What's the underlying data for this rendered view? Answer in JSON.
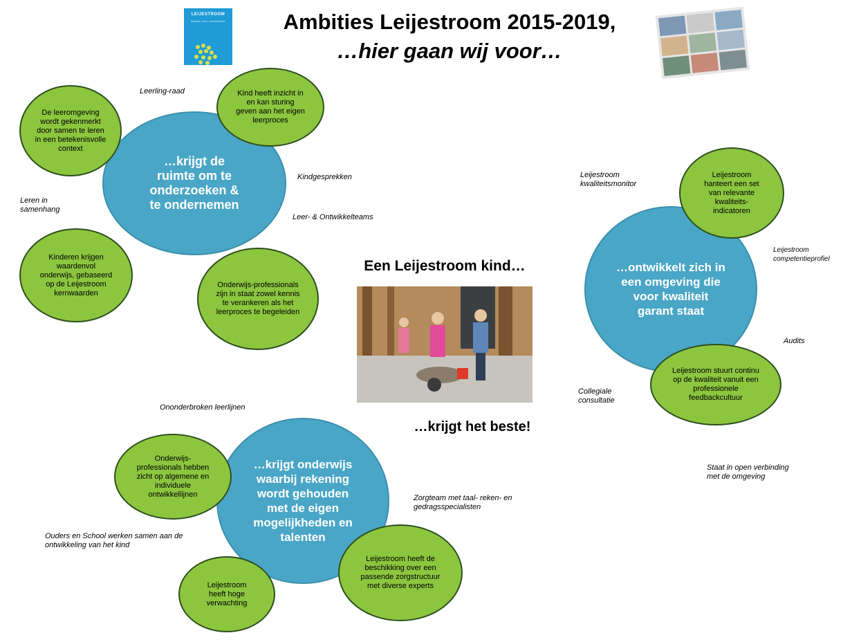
{
  "title": {
    "line1": "Ambities Leijestroom 2015-2019,",
    "line2": "…hier gaan wij voor…"
  },
  "logo": {
    "text": "LEIJESTROOM",
    "subtext": "samen een schoolweb"
  },
  "center": {
    "heading": "Een Leijestroom kind…",
    "footer": "…krijgt het beste!"
  },
  "clusters": {
    "ruimte": {
      "main": "…krijgt de ruimte om te onderzoeken & te ondernemen",
      "green1": "De leeromgeving wordt gekenmerkt door samen te leren in een betekenisvolle context",
      "green2": "Kind heeft inzicht in en kan sturing geven aan het eigen leerproces",
      "green3": "Kinderen krijgen waardenvol onderwijs, gebaseerd op de Leijestroom kernwaarden",
      "green4": "Onderwijs-professionals zijn in staat zowel kennis te verankeren als het leerproces te begeleiden",
      "label_leerlingraad": "Leerling-raad",
      "label_kindgesprekken": "Kindgesprekken",
      "label_leren": "Leren in samenhang",
      "label_teams": "Leer- & Ontwikkelteams"
    },
    "kwaliteit": {
      "main": "…ontwikkelt zich in een omgeving die voor kwaliteit garant staat",
      "green1": "Leijestroom hanteert een set van relevante kwaliteits-indicatoren",
      "green2": "Leijestroom stuurt continu op de kwaliteit vanuit een professionele feedbackcultuur",
      "label_monitor": "Leijestroom kwaliteitsmonitor",
      "label_competentie": "Leijestroom competentieprofiel",
      "label_audits": "Audits",
      "label_consultatie": "Collegiale consultatie",
      "label_open": "Staat in open verbinding met de omgeving"
    },
    "onderwijs": {
      "main": "…krijgt onderwijs waarbij rekening wordt gehouden met de eigen mogelijkheden en talenten",
      "green1": "Onderwijs-professionals hebben zicht op algemene en individuele ontwikkellijnen",
      "green2": "Leijestroom heeft de beschikking over een passende zorgstructuur met diverse experts",
      "green3": "Leijestroom heeft hoge verwachting",
      "label_leerlijnen": "Ononderbroken leerlijnen",
      "label_zorgteam": "Zorgteam met taal- reken- en gedragsspecialisten",
      "label_ouders": "Ouders en School werken samen aan de ontwikkeling van het kind"
    }
  },
  "colors": {
    "blue": "#4aa6c6",
    "green": "#8cc63f",
    "logo_blue": "#1f9bd6"
  }
}
